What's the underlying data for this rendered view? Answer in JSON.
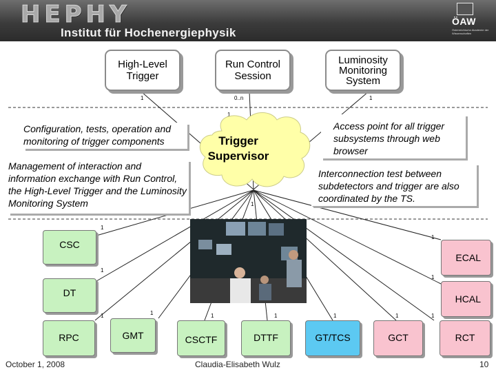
{
  "header": {
    "logo": "HEPHY",
    "institute": "Institut für Hochenergiephysik",
    "academy_logo": "ÖAW",
    "academy_name": "Österreichische Akademie der Wissenschaften"
  },
  "top_boxes": [
    {
      "label": "High-Level Trigger",
      "multiplicity": "1"
    },
    {
      "label": "Run Control Session",
      "multiplicity": "0..n"
    },
    {
      "label": "Luminosity Monitoring System",
      "multiplicity": "1"
    }
  ],
  "center": {
    "label": "Trigger Supervisor",
    "multiplicity_top": "1",
    "multiplicity_bottom": "1"
  },
  "notes": {
    "config": "Configuration, tests, operation and monitoring of trigger components",
    "management": "Management of interaction and information exchange with Run Control, the High-Level Trigger and the Luminosity Monitoring System",
    "access": "Access point for all trigger subsystems through web browser",
    "interconnection": "Interconnection test between subdetectors and trigger are also coordinated by the TS."
  },
  "subsystems": {
    "csc": "CSC",
    "dt": "DT",
    "rpc": "RPC",
    "gmt": "GMT",
    "csctf": "CSCTF",
    "dttf": "DTTF",
    "gttcs": "GT/TCS",
    "gct": "GCT",
    "rct": "RCT",
    "ecal": "ECAL",
    "hcal": "HCAL"
  },
  "multiplicity_label": "1",
  "colors": {
    "green": "#c8f2c0",
    "pink": "#f9c3cf",
    "blue": "#5cc9f2",
    "cloud": "#ffffa8"
  },
  "footer": {
    "date": "October 1, 2008",
    "author": "Claudia-Elisabeth Wulz",
    "page": "10"
  }
}
